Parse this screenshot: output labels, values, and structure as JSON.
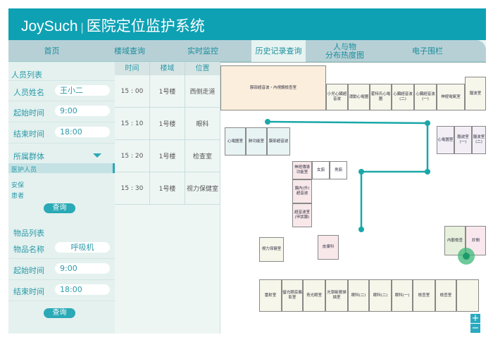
{
  "header": {
    "brand": "JoySuch",
    "separator": "|",
    "title": "医院定位监护系统"
  },
  "nav": {
    "tabs": [
      {
        "label": "首页"
      },
      {
        "label": "楼域查询"
      },
      {
        "label": "实时监控"
      },
      {
        "label": "历史记录查询",
        "active": true
      },
      {
        "label": "人与物\n分布热度图"
      },
      {
        "label": "电子围栏"
      }
    ]
  },
  "people": {
    "title": "人员列表",
    "name_label": "人员姓名",
    "name_value": "王小二",
    "start_label": "起始时间",
    "start_value": "9:00",
    "end_label": "结束时间",
    "end_value": "18:00",
    "group_label": "所属群体",
    "groups": [
      "医护人员",
      "安保",
      "患者"
    ],
    "query": "查询"
  },
  "items": {
    "title": "物品列表",
    "name_label": "物品名称",
    "name_value": "呼吸机",
    "start_label": "起始时间",
    "start_value": "9:00",
    "end_label": "结束时间",
    "end_value": "18:00",
    "query": "查询"
  },
  "table": {
    "headers": [
      "时间",
      "楼域",
      "位置"
    ],
    "rows": [
      [
        "15 : 00",
        "1号楼",
        "西侧走道"
      ],
      [
        "15 : 10",
        "1号楼",
        "眼科"
      ],
      [
        "15 : 20",
        "1号楼",
        "检查室"
      ],
      [
        "15 : 30",
        "1号楼",
        "视力保健室"
      ]
    ]
  },
  "map": {
    "rooms": [
      "膜部超音波・內視鏡檢查室",
      "小兒心臟超音波",
      "運動心電圖",
      "霍特氏心電圖",
      "心臟超音波(二)",
      "心臟超音波(一)",
      "神經電氣室",
      "腦波室",
      "心電圖室",
      "肺功能室",
      "膜部超音波",
      "心電圖室",
      "腦波室(一)",
      "腦波室(二)",
      "神經傳導功能室",
      "女廁",
      "男廁",
      "腸內(外)超音波",
      "超音波室(甲狀腺)",
      "皮膚科",
      "視力保健室",
      "內觀檢查",
      "診間",
      "雷射室",
      "螢光眼底攝影室",
      "青光眼室",
      "光學斷層掃描室",
      "眼科(二)",
      "眼科(二)",
      "眼科(一)",
      "檢查室",
      "檢查室"
    ],
    "zoom_in": "+",
    "zoom_out": "−",
    "path_color": "#1aa7a8",
    "marker_color": "#3cb878"
  }
}
